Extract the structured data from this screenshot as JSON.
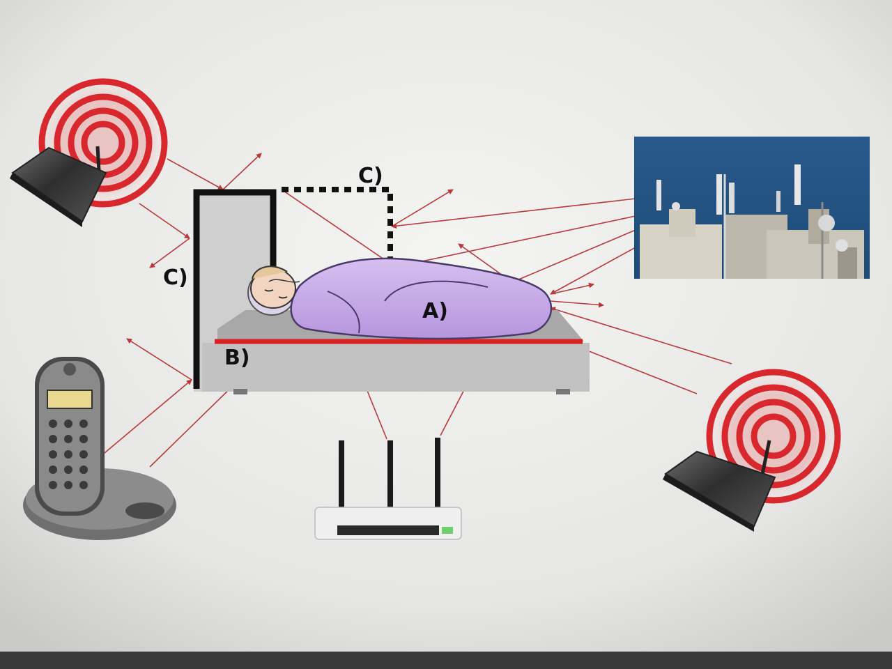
{
  "labels": {
    "sleeper": "A)",
    "bed_shield": "B)",
    "wall_shield": "C)",
    "canopy_shield": "C)"
  },
  "sources": [
    {
      "name": "wifi-router-top-left",
      "icon": "wifi-router-icon"
    },
    {
      "name": "cordless-phone",
      "icon": "cordless-phone-icon"
    },
    {
      "name": "wifi-router-under-bed",
      "icon": "triple-antenna-router-icon"
    },
    {
      "name": "wifi-router-right",
      "icon": "wifi-router-icon"
    },
    {
      "name": "cell-tower-photo",
      "icon": "cell-antenna-icon"
    }
  ],
  "colors": {
    "radiation_rings": "#d8282e",
    "arrows": "#b8383c",
    "shield_line": "#d82020",
    "sleeping_bag": "#c8a8e8",
    "sky": "#1f4f80",
    "mattress": "#bdbdbd"
  }
}
